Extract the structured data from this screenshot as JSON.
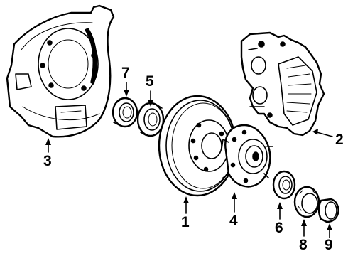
{
  "diagram": {
    "callouts": {
      "rotor": "1",
      "caliper": "2",
      "dust_shield": "3",
      "hub": "4",
      "outer_bearing": "5",
      "cup": "6",
      "seal": "7",
      "lock_nut": "8",
      "cap": "9"
    }
  }
}
